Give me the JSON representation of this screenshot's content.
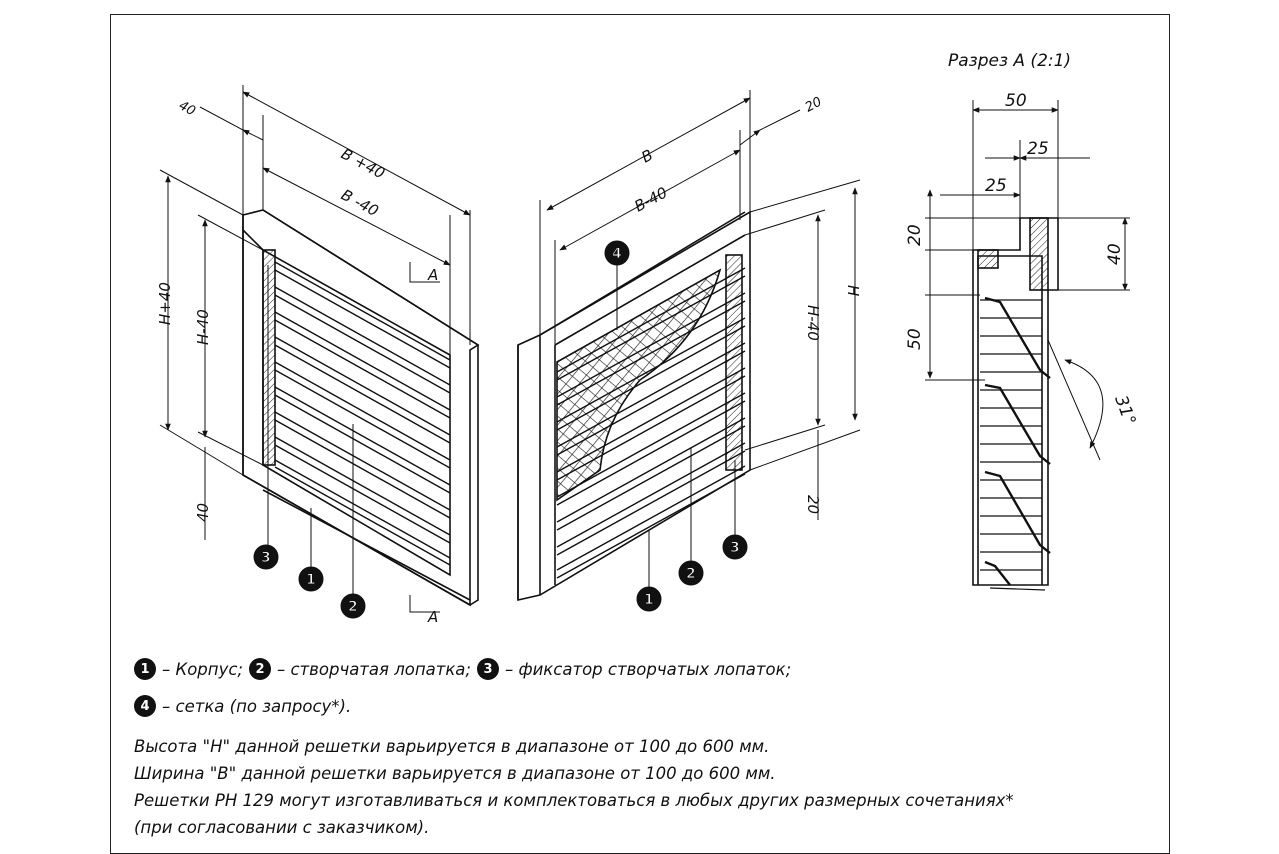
{
  "section_title": "Разрез А (2:1)",
  "dims": {
    "left_40": "40",
    "left_b40": "B +40",
    "left_bm40": "B -40",
    "left_h40": "H+40",
    "left_hm40": "H-40",
    "left_bot40": "40",
    "section_A": "A",
    "right_20": "20",
    "right_b": "B",
    "right_bm40": "B-40",
    "right_hm40": "H-40",
    "right_h": "H",
    "right_bot20": "20",
    "sec_50": "50",
    "sec_25a": "25",
    "sec_25b": "25",
    "sec_20": "20",
    "sec_40": "40",
    "sec_50v": "50",
    "sec_angle": "31°"
  },
  "callouts": [
    "1",
    "2",
    "3",
    "4"
  ],
  "legend": {
    "line1": {
      "n1": "1",
      "t1": "– Корпус;",
      "n2": "2",
      "t2": "– створчатая лопатка;",
      "n3": "3",
      "t3": "– фиксатор створчатых лопаток;"
    },
    "line2": {
      "n4": "4",
      "t4": "– сетка (по запросу*)."
    }
  },
  "notes": [
    "Высота \"Н\" данной решетки варьируется в диапазоне от 100 до 600 мм.",
    "Ширина \"В\" данной решетки варьируется в диапазоне от 100 до 600 мм.",
    "Решетки РН 129 могут изготавливаться и комплектоваться в любых других размерных сочетаниях*",
    "(при согласовании с заказчиком)."
  ]
}
